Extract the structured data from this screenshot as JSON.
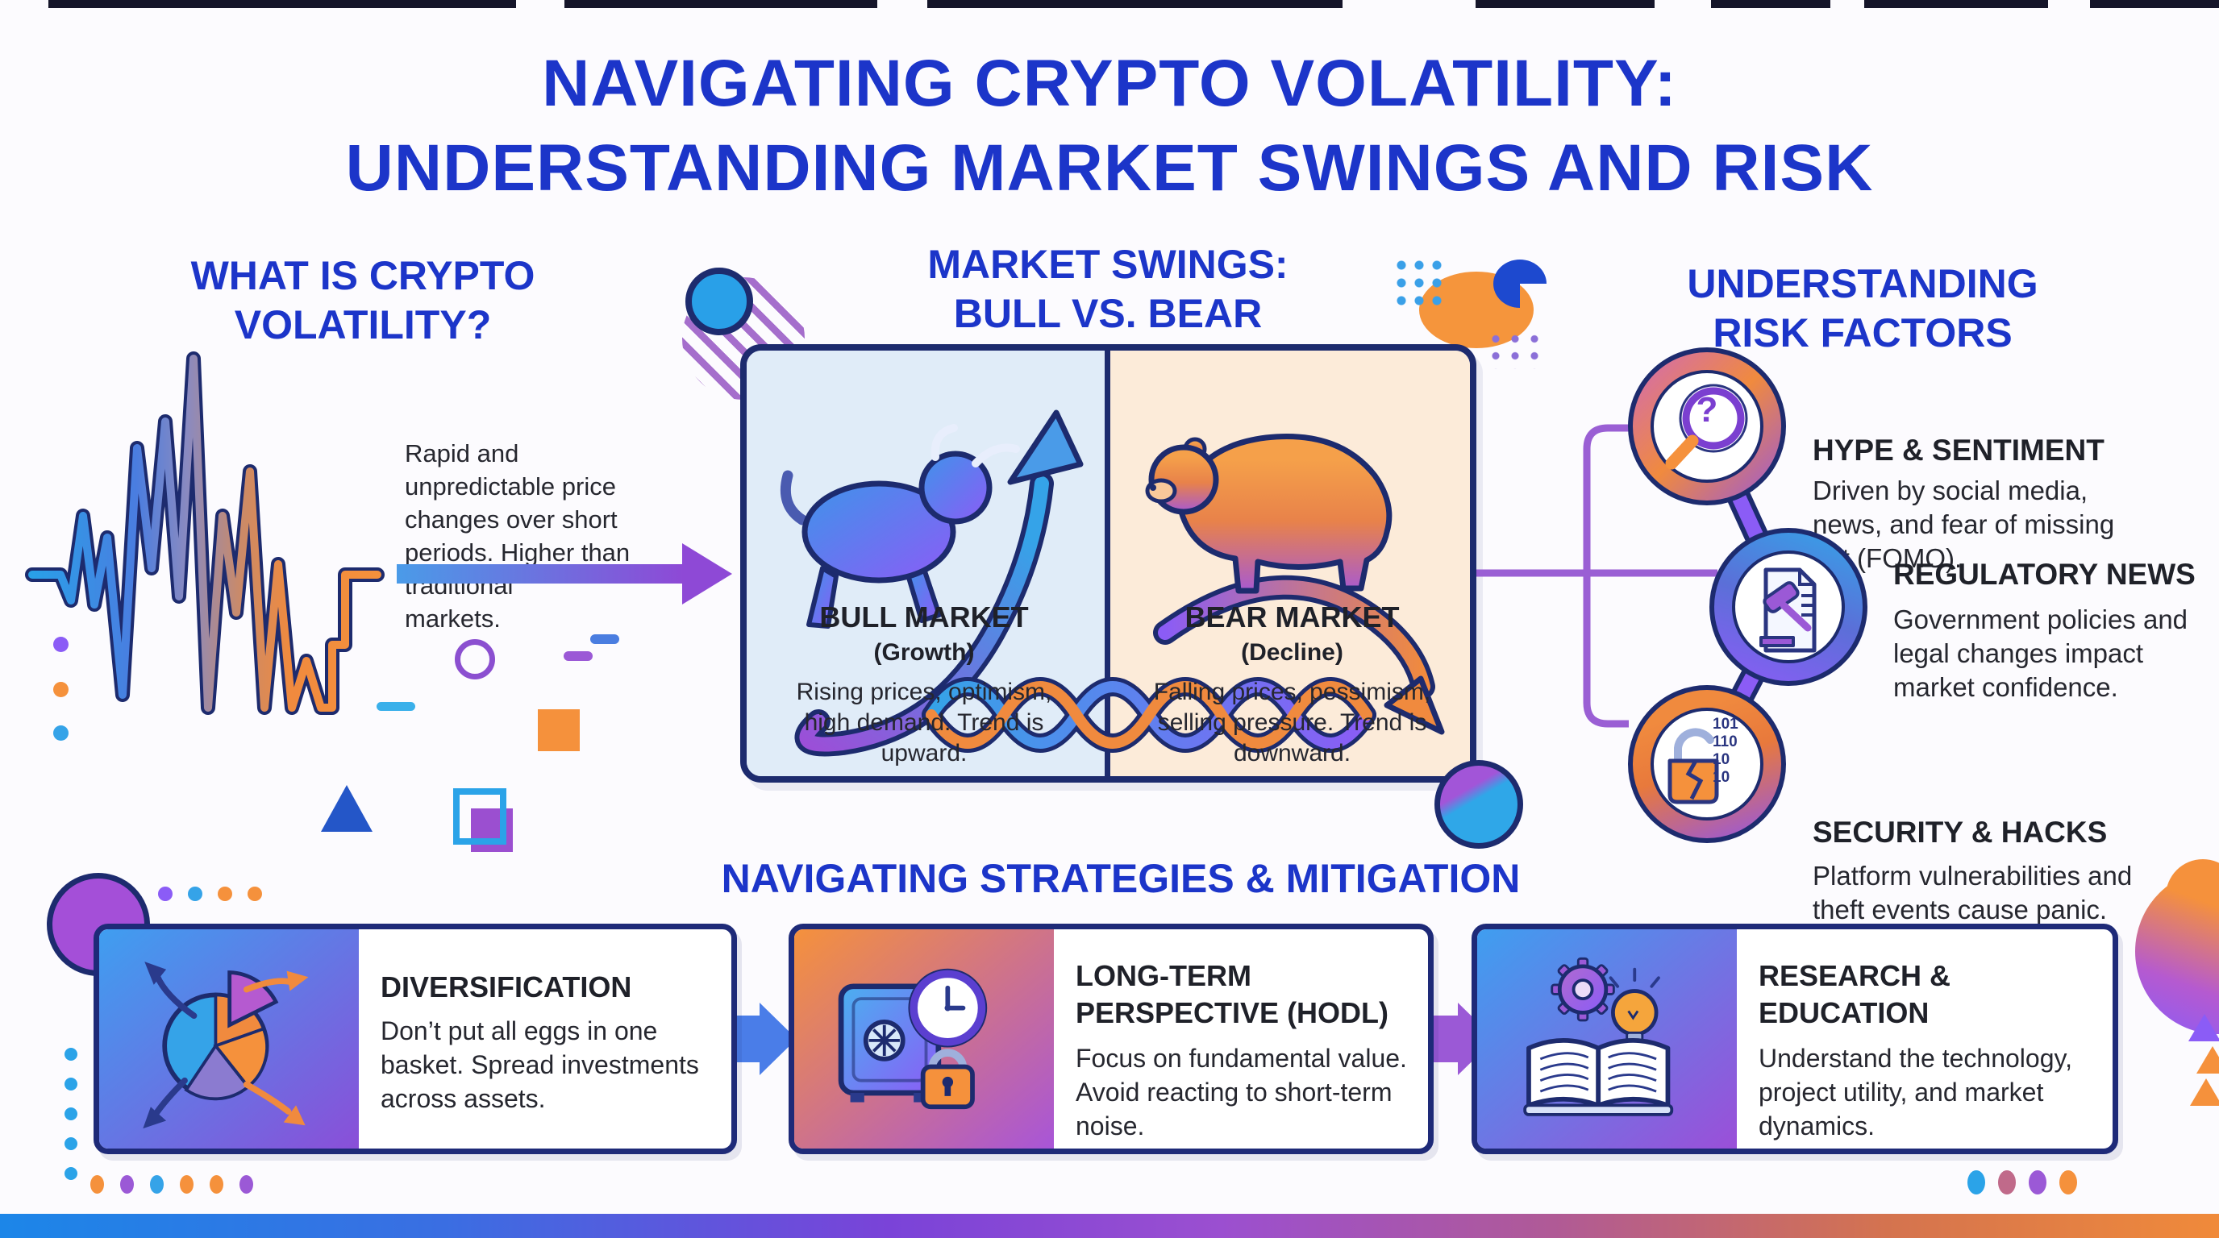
{
  "title": {
    "lines": [
      "NAVIGATING CRYPTO VOLATILITY:",
      "UNDERSTANDING MARKET SWINGS AND RISK"
    ]
  },
  "volatility_section": {
    "heading_lines": [
      "WHAT IS CRYPTO",
      "VOLATILITY?"
    ],
    "description_lines": [
      "Rapid and",
      "unpredictable price",
      "changes over short",
      "periods. Higher than",
      "traditional",
      "markets."
    ],
    "chart_icon": "volatility-zigzag-chart"
  },
  "market_swings_section": {
    "heading_lines": [
      "MARKET SWINGS:",
      "BULL VS. BEAR"
    ],
    "bull": {
      "title": "BULL MARKET",
      "subtitle": "(Growth)",
      "description_lines": [
        "Rising prices, optimism,",
        "high demand. Trend is",
        "upward."
      ],
      "icon": "bull-rising-arrow-icon"
    },
    "bear": {
      "title": "BEAR MARKET",
      "subtitle": "(Decline)",
      "description_lines": [
        "Falling prices, pessimism,",
        "selling pressure. Trend is",
        "downward."
      ],
      "icon": "bear-falling-arrow-icon"
    }
  },
  "risk_section": {
    "heading_lines": [
      "UNDERSTANDING",
      "RISK FACTORS"
    ],
    "items": [
      {
        "title": "HYPE & SENTIMENT",
        "description_lines": [
          "Driven by social media,",
          "news, and fear of missing",
          "out (FOMO)."
        ],
        "icon": "magnifier-question-icon",
        "question_mark": "?"
      },
      {
        "title": "REGULATORY NEWS",
        "description_lines": [
          "Government policies and",
          "legal changes impact",
          "market confidence."
        ],
        "icon": "gavel-document-icon"
      },
      {
        "title": "SECURITY & HACKS",
        "description_lines": [
          "Platform vulnerabilities and",
          "theft events cause panic."
        ],
        "icon": "broken-padlock-icon",
        "binary_lines": [
          "101",
          "110",
          "10",
          "10"
        ]
      }
    ]
  },
  "strategies_section": {
    "heading": "NAVIGATING STRATEGIES & MITIGATION",
    "cards": [
      {
        "title_lines": [
          "DIVERSIFICATION"
        ],
        "description_lines": [
          "Don’t put all eggs in one",
          "basket. Spread investments",
          "across assets."
        ],
        "icon": "pie-chart-arrows-icon"
      },
      {
        "title_lines": [
          "LONG-TERM",
          "PERSPECTIVE (HODL)"
        ],
        "description_lines": [
          "Focus on fundamental value.",
          "Avoid reacting to short-term",
          "noise."
        ],
        "icon": "vault-clock-padlock-icon"
      },
      {
        "title_lines": [
          "RESEARCH &",
          "EDUCATION"
        ],
        "description_lines": [
          "Understand the technology,",
          "project utility, and market",
          "dynamics."
        ],
        "icon": "book-gear-lightbulb-icon"
      }
    ]
  },
  "colors": {
    "heading_blue": "#1c35c9",
    "navy_outline": "#1d2b6e",
    "body_text": "#26272f",
    "orange": "#f5913c",
    "purple": "#9b59d6",
    "blue": "#35a3e8",
    "bull_panel_bg": "#e0ecf8",
    "bear_panel_bg": "#fcebd9",
    "bottom_bar_gradient": [
      "#1c86e8",
      "#7a43d8",
      "#f08a3a"
    ]
  }
}
